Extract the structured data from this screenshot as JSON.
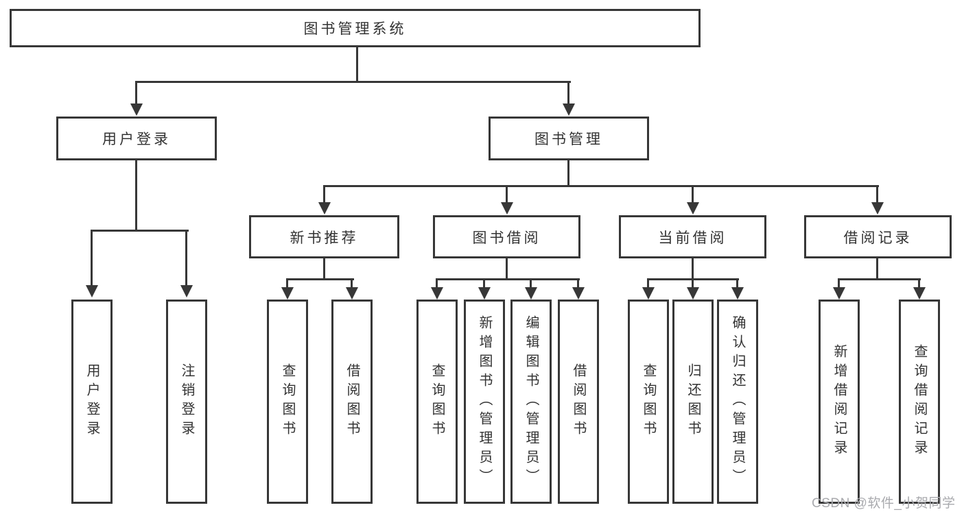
{
  "diagram": {
    "root": "图书管理系统",
    "level2": [
      "用户登录",
      "图书管理"
    ],
    "level3": [
      "新书推荐",
      "图书借阅",
      "当前借阅",
      "借阅记录"
    ],
    "leaves": [
      "用户登录",
      "注销登录",
      "查询图书",
      "借阅图书",
      "查询图书",
      "新增图书（管理员）",
      "编辑图书（管理员）",
      "借阅图书",
      "查询图书",
      "归还图书",
      "确认归还（管理员）",
      "新增借阅记录",
      "查询借阅记录"
    ]
  },
  "watermark": {
    "text": "CSDN @软件_小贺同学"
  },
  "colors": {
    "line": "#373737",
    "box_border": "#373737",
    "box_background": "#ffffff",
    "text": "#333333",
    "watermark": "#a9aaae",
    "page_background": "#ffffff"
  }
}
